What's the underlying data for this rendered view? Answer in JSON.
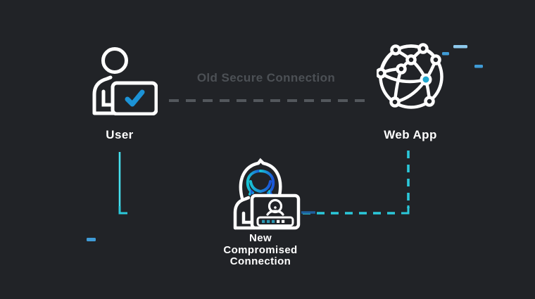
{
  "diagram": {
    "user": {
      "label": "User",
      "icon": "user-at-laptop-icon"
    },
    "web_app": {
      "label": "Web App",
      "icon": "network-globe-icon"
    },
    "attacker": {
      "icon": "hooded-hacker-laptop-icon",
      "label_lines": [
        "New",
        "Compromised",
        "Connection"
      ]
    },
    "old_connection": {
      "label": "Old Secure Connection",
      "line_style": "dashed",
      "color": "#53575c"
    },
    "new_connection": {
      "line_style": "dashed",
      "color_cyan": "#2bc8da",
      "color_blue": "#1e6ce0",
      "path": "User -> down -> attacker laptop -> Web App"
    },
    "password_field": {
      "filled_dots": 5,
      "highlighted_dots": 3
    }
  },
  "colors": {
    "background": "#212327",
    "icon_stroke": "#ffffff",
    "accent_cyan": "#2bc8da",
    "accent_blue": "#1e6ce0",
    "check_blue": "#1c93d6",
    "node_cyan": "#1fa7cf",
    "muted_gray_text": "#4c5055",
    "muted_gray_dash": "#53575c"
  }
}
